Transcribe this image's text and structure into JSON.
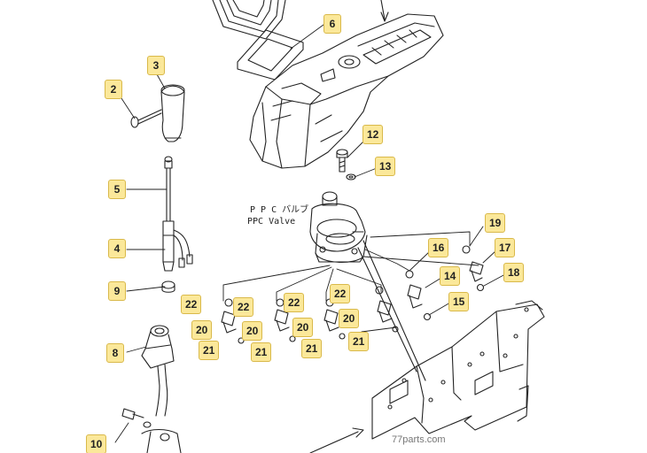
{
  "diagram": {
    "valve_label_jp": "P P C バルブ",
    "valve_label_en": "PPC Valve",
    "watermark": "77parts.com"
  },
  "callouts": [
    {
      "id": "c6",
      "label": "6"
    },
    {
      "id": "c3",
      "label": "3"
    },
    {
      "id": "c2",
      "label": "2"
    },
    {
      "id": "c12",
      "label": "12"
    },
    {
      "id": "c13",
      "label": "13"
    },
    {
      "id": "c5",
      "label": "5"
    },
    {
      "id": "c19",
      "label": "19"
    },
    {
      "id": "c4",
      "label": "4"
    },
    {
      "id": "c16",
      "label": "16"
    },
    {
      "id": "c17",
      "label": "17"
    },
    {
      "id": "c18",
      "label": "18"
    },
    {
      "id": "c9",
      "label": "9"
    },
    {
      "id": "c14",
      "label": "14"
    },
    {
      "id": "c22a",
      "label": "22"
    },
    {
      "id": "c22b",
      "label": "22"
    },
    {
      "id": "c22c",
      "label": "22"
    },
    {
      "id": "c22d",
      "label": "22"
    },
    {
      "id": "c15",
      "label": "15"
    },
    {
      "id": "c20a",
      "label": "20"
    },
    {
      "id": "c20b",
      "label": "20"
    },
    {
      "id": "c20c",
      "label": "20"
    },
    {
      "id": "c20d",
      "label": "20"
    },
    {
      "id": "c8",
      "label": "8"
    },
    {
      "id": "c21a",
      "label": "21"
    },
    {
      "id": "c21b",
      "label": "21"
    },
    {
      "id": "c21c",
      "label": "21"
    },
    {
      "id": "c21d",
      "label": "21"
    },
    {
      "id": "c10",
      "label": "10"
    }
  ]
}
